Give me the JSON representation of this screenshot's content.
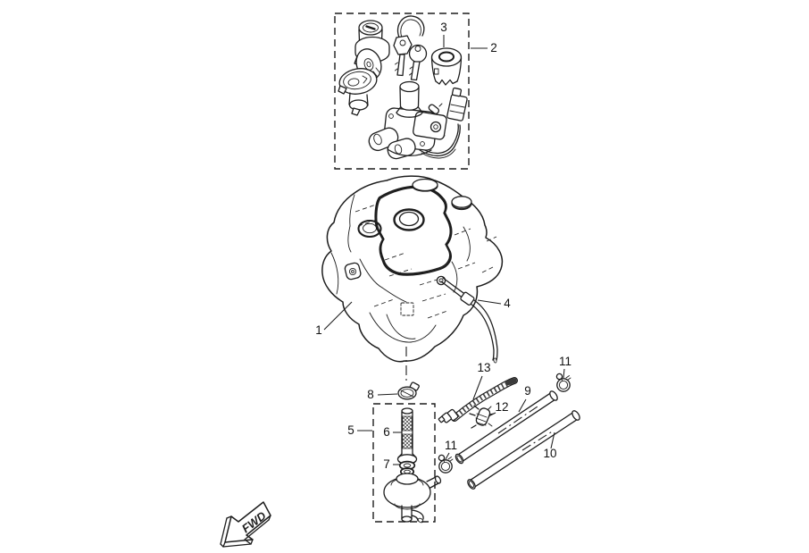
{
  "figure": {
    "background_color": "#ffffff",
    "line_color": "#1d1d1d"
  },
  "callouts": {
    "part1": "1",
    "part2": "2",
    "part3": "3",
    "part4": "4",
    "part5": "5",
    "part6": "6",
    "part7": "7",
    "part8": "8",
    "part9": "9",
    "part10": "10",
    "part11_upper": "11",
    "part11_lower": "11",
    "part12": "12",
    "part13": "13"
  },
  "direction_marker": {
    "label": "FWD"
  }
}
